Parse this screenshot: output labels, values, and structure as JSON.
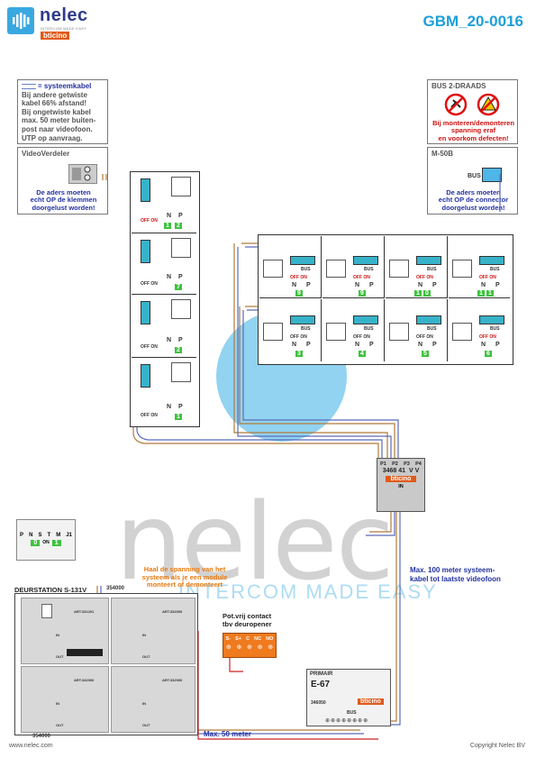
{
  "header": {
    "brand": "nelec",
    "brand_tagline": "INTERCOM MADE EASY",
    "brand_sub": "bticino",
    "doc_code": "GBM_20-0016"
  },
  "legend_box": {
    "title": "= systeemkabel",
    "lines": [
      "Bij andere getwiste",
      "kabel 66% afstand!",
      "Bij ongetwiste kabel",
      "max. 50 meter buiten-",
      "post naar videofoon.",
      "UTP op aanvraag."
    ]
  },
  "videoverdeler_box": {
    "title": "VideoVerdeler",
    "note": [
      "De aders moeten",
      "echt OP de klemmen",
      "doorgelust worden!"
    ]
  },
  "bus_box": {
    "title": "BUS 2-DRAADS",
    "warning": [
      "Bij monteren/demonteren",
      "spanning eraf",
      "en voorkom defecten!"
    ]
  },
  "m50b_box": {
    "title": "M-50B",
    "bus_label": "BUS",
    "note": [
      "De aders moeten",
      "echt OP de connector",
      "doorgelust worden!"
    ]
  },
  "monitor_labels": {
    "bus": "BUS",
    "off_on": "OFF ON",
    "n": "N",
    "p": "P"
  },
  "monitors_left": [
    {
      "n_value": "1",
      "p_value": "2"
    },
    {
      "n_value": "",
      "p_value": "7"
    },
    {
      "n_value": "",
      "p_value": "2"
    },
    {
      "n_value": "",
      "p_value": "1"
    }
  ],
  "monitors_top_row": [
    {
      "n_value": "",
      "p_value": "9"
    },
    {
      "n_value": "",
      "p_value": "9"
    },
    {
      "n_value": "1",
      "p_value": "0"
    },
    {
      "n_value": "1",
      "p_value": "1"
    }
  ],
  "monitors_bottom_row": [
    {
      "n_value": "",
      "p_value": "3"
    },
    {
      "n_value": "",
      "p_value": "4"
    },
    {
      "n_value": "",
      "p_value": "5"
    },
    {
      "n_value": "",
      "p_value": "6"
    }
  ],
  "distributor": {
    "ports": [
      "P1",
      "P2",
      "P3",
      "P4"
    ],
    "model": "3468 41",
    "vv": "V V",
    "brand": "bticino",
    "in_label": "IN"
  },
  "max100_note": [
    "Max. 100 meter systeem-",
    "kabel tot laatste videofoon"
  ],
  "keypad": {
    "labels": [
      "P",
      "N",
      "S",
      "T",
      "M"
    ],
    "jumper": "J1",
    "on_label": "ON",
    "values": [
      "0",
      "1"
    ]
  },
  "deurstation": {
    "title": "DEURSTATION S-131V",
    "top_code": "354000",
    "bottom_code": "354000",
    "module_code_1": "ART.331201",
    "module_code_2": "ART.332000",
    "in_label": "IN",
    "out_label": "OUT"
  },
  "spanning_note": [
    "Haal de spanning van het",
    "systeem als je een module",
    "monteert of demonteert"
  ],
  "relay": {
    "title": [
      "Pot.vrij contact",
      "tbv deuropener"
    ],
    "terminals": [
      "S-",
      "S+",
      "C",
      "NC",
      "NO"
    ]
  },
  "power_supply": {
    "primary": "PRIMAIR",
    "model": "E-67",
    "code": "346050",
    "brand": "bticino",
    "bus_label": "BUS"
  },
  "max50_note": "Max. 50 meter",
  "watermark": {
    "text": "nelec",
    "tagline": "INTERCOM MADE EASY"
  },
  "footer": {
    "left": "www.nelec.com",
    "right": "Copyright Nelec BV"
  }
}
